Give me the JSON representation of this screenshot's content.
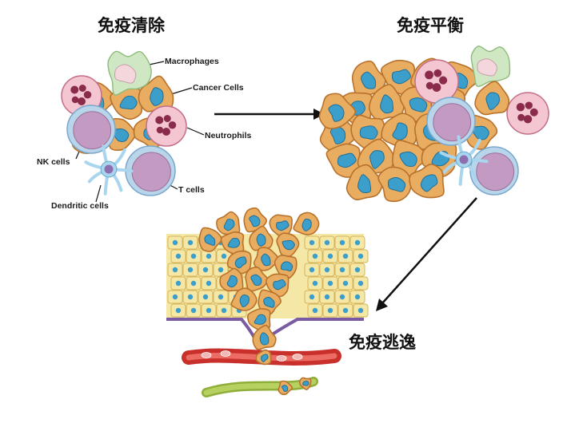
{
  "headings": {
    "elimination": "免疫清除",
    "equilibrium": "免疫平衡",
    "escape": "免疫逃逸"
  },
  "labels": {
    "macrophages": "Macrophages",
    "cancer_cells": "Cancer Cells",
    "neutrophils": "Neutrophils",
    "nk_cells": "NK cells",
    "t_cells": "T cells",
    "dendritic_cells": "Dendritic cells"
  },
  "colors": {
    "cancer_fill": "#e9ad62",
    "cancer_stroke": "#b8722c",
    "nucleus": "#3c9fcb",
    "macrophage": "#cfe7c3",
    "neutrophil_fill": "#f4c6d2",
    "neutrophil_nucleus": "#8b2b4c",
    "lymphocyte_ring": "#b9d5ea",
    "lymphocyte_core": "#c39bc2",
    "dendritic": "#a9d6ee",
    "epithelium_fill": "#f5e7a6",
    "epithelium_stroke": "#d6b45b",
    "basement": "#7a5aa3",
    "vessel_red": "#c9302c",
    "vessel_green": "#b7d160",
    "arrow": "#111111"
  }
}
